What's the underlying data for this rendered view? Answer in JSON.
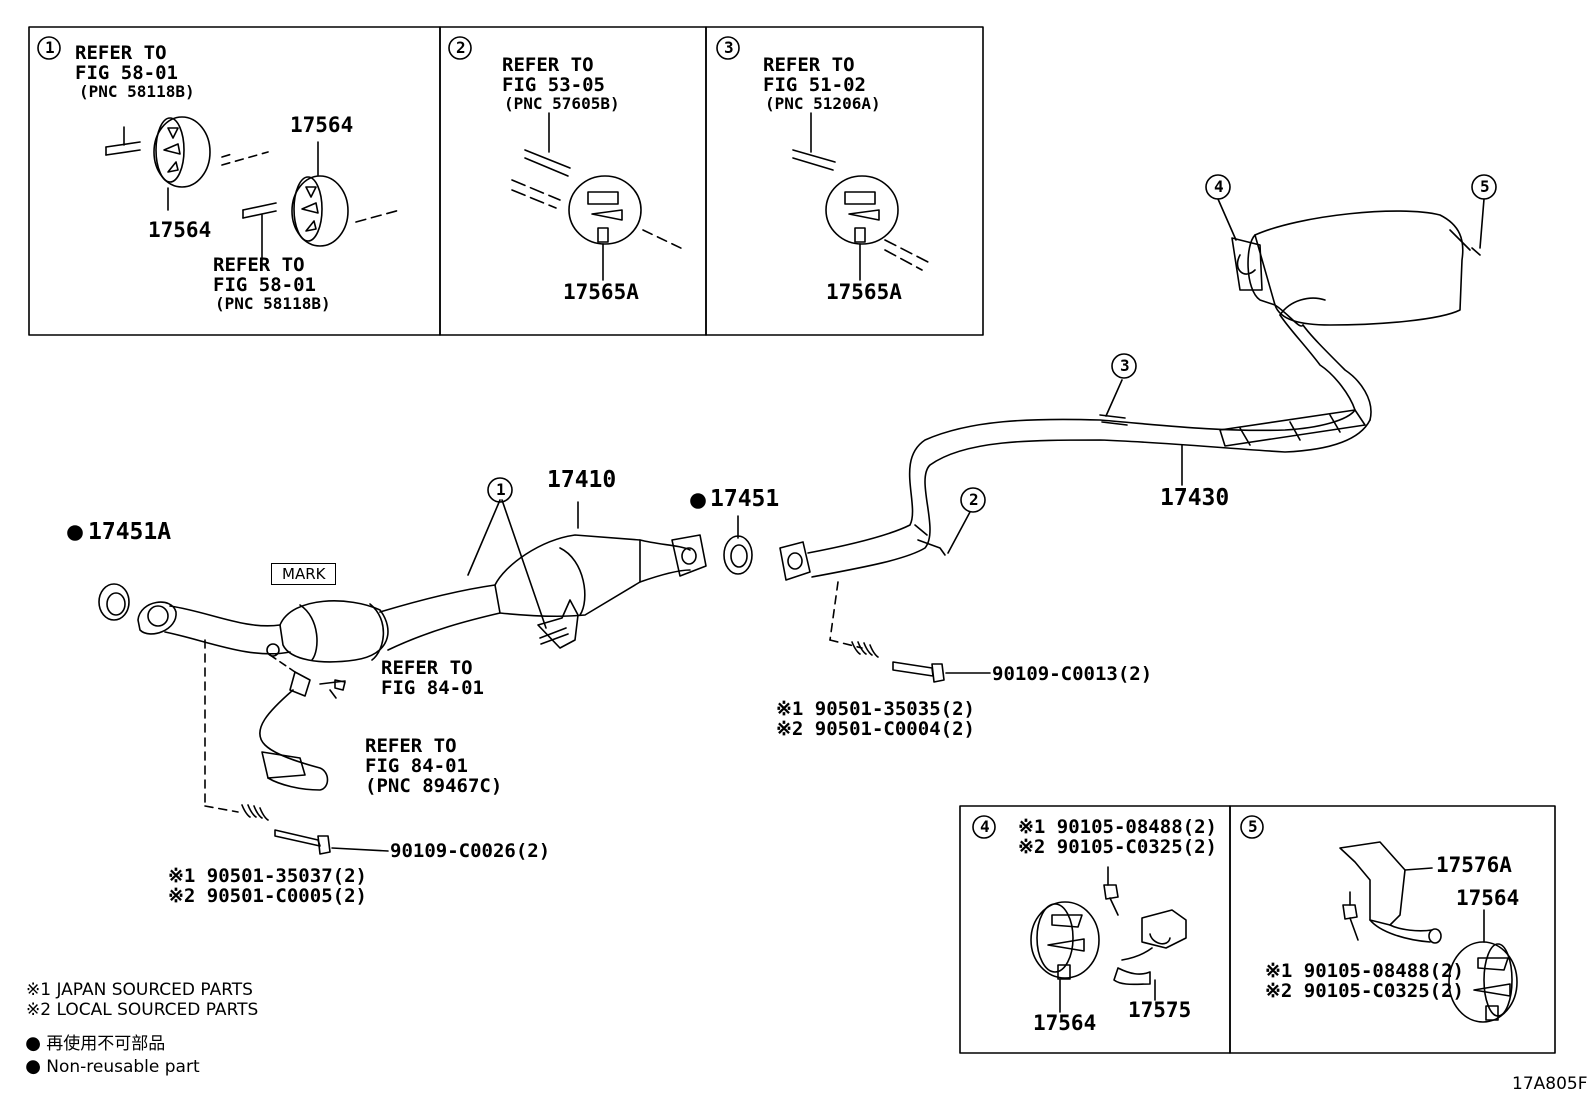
{
  "drawing_id": "17A805F",
  "detail_boxes": [
    {
      "num": "1",
      "ref_top": {
        "line1": "REFER TO",
        "line2": "FIG 58-01",
        "line3": "(PNC 58118B)"
      },
      "ref_bottom": {
        "line1": "REFER TO",
        "line2": "FIG 58-01",
        "line3": "(PNC 58118B)"
      },
      "part_top": "17564",
      "part_left": "17564"
    },
    {
      "num": "2",
      "ref": {
        "line1": "REFER TO",
        "line2": "FIG 53-05",
        "line3": "(PNC 57605B)"
      },
      "part": "17565A"
    },
    {
      "num": "3",
      "ref": {
        "line1": "REFER TO",
        "line2": "FIG 51-02",
        "line3": "(PNC 51206A)"
      },
      "part": "17565A"
    },
    {
      "num": "4",
      "bolt_j": "※1 90105-08488(2)",
      "bolt_l": "※2 90105-C0325(2)",
      "part_insulator": "17564",
      "part_bracket": "17575"
    },
    {
      "num": "5",
      "bolt_j": "※1 90105-08488(2)",
      "bolt_l": "※2 90105-C0325(2)",
      "part_bracket": "17576A",
      "part_insulator": "17564"
    }
  ],
  "main": {
    "callout_1": "1",
    "callout_2": "2",
    "callout_3": "3",
    "callout_4": "4",
    "callout_5": "5",
    "gasket_front": "17451A",
    "gasket_center": "17451",
    "front_pipe": "17410",
    "tail_pipe": "17430",
    "mark_label": "MARK",
    "sensor_ref_1": {
      "line1": "REFER TO",
      "line2": "FIG 84-01"
    },
    "sensor_ref_2": {
      "line1": "REFER TO",
      "line2": "FIG 84-01",
      "line3": "(PNC 89467C)"
    },
    "bolt_front": "90109-C0026(2)",
    "spring_front_j": "※1 90501-35037(2)",
    "spring_front_l": "※2 90501-C0005(2)",
    "bolt_center": "90109-C0013(2)",
    "spring_center_j": "※1 90501-35035(2)",
    "spring_center_l": "※2 90501-C0004(2)"
  },
  "legend": {
    "note1": "※1  JAPAN SOURCED PARTS",
    "note2": "※2  LOCAL SOURCED PARTS",
    "nonreusable_jp": "● 再使用不可部品",
    "nonreusable_en": "● Non-reusable part"
  }
}
